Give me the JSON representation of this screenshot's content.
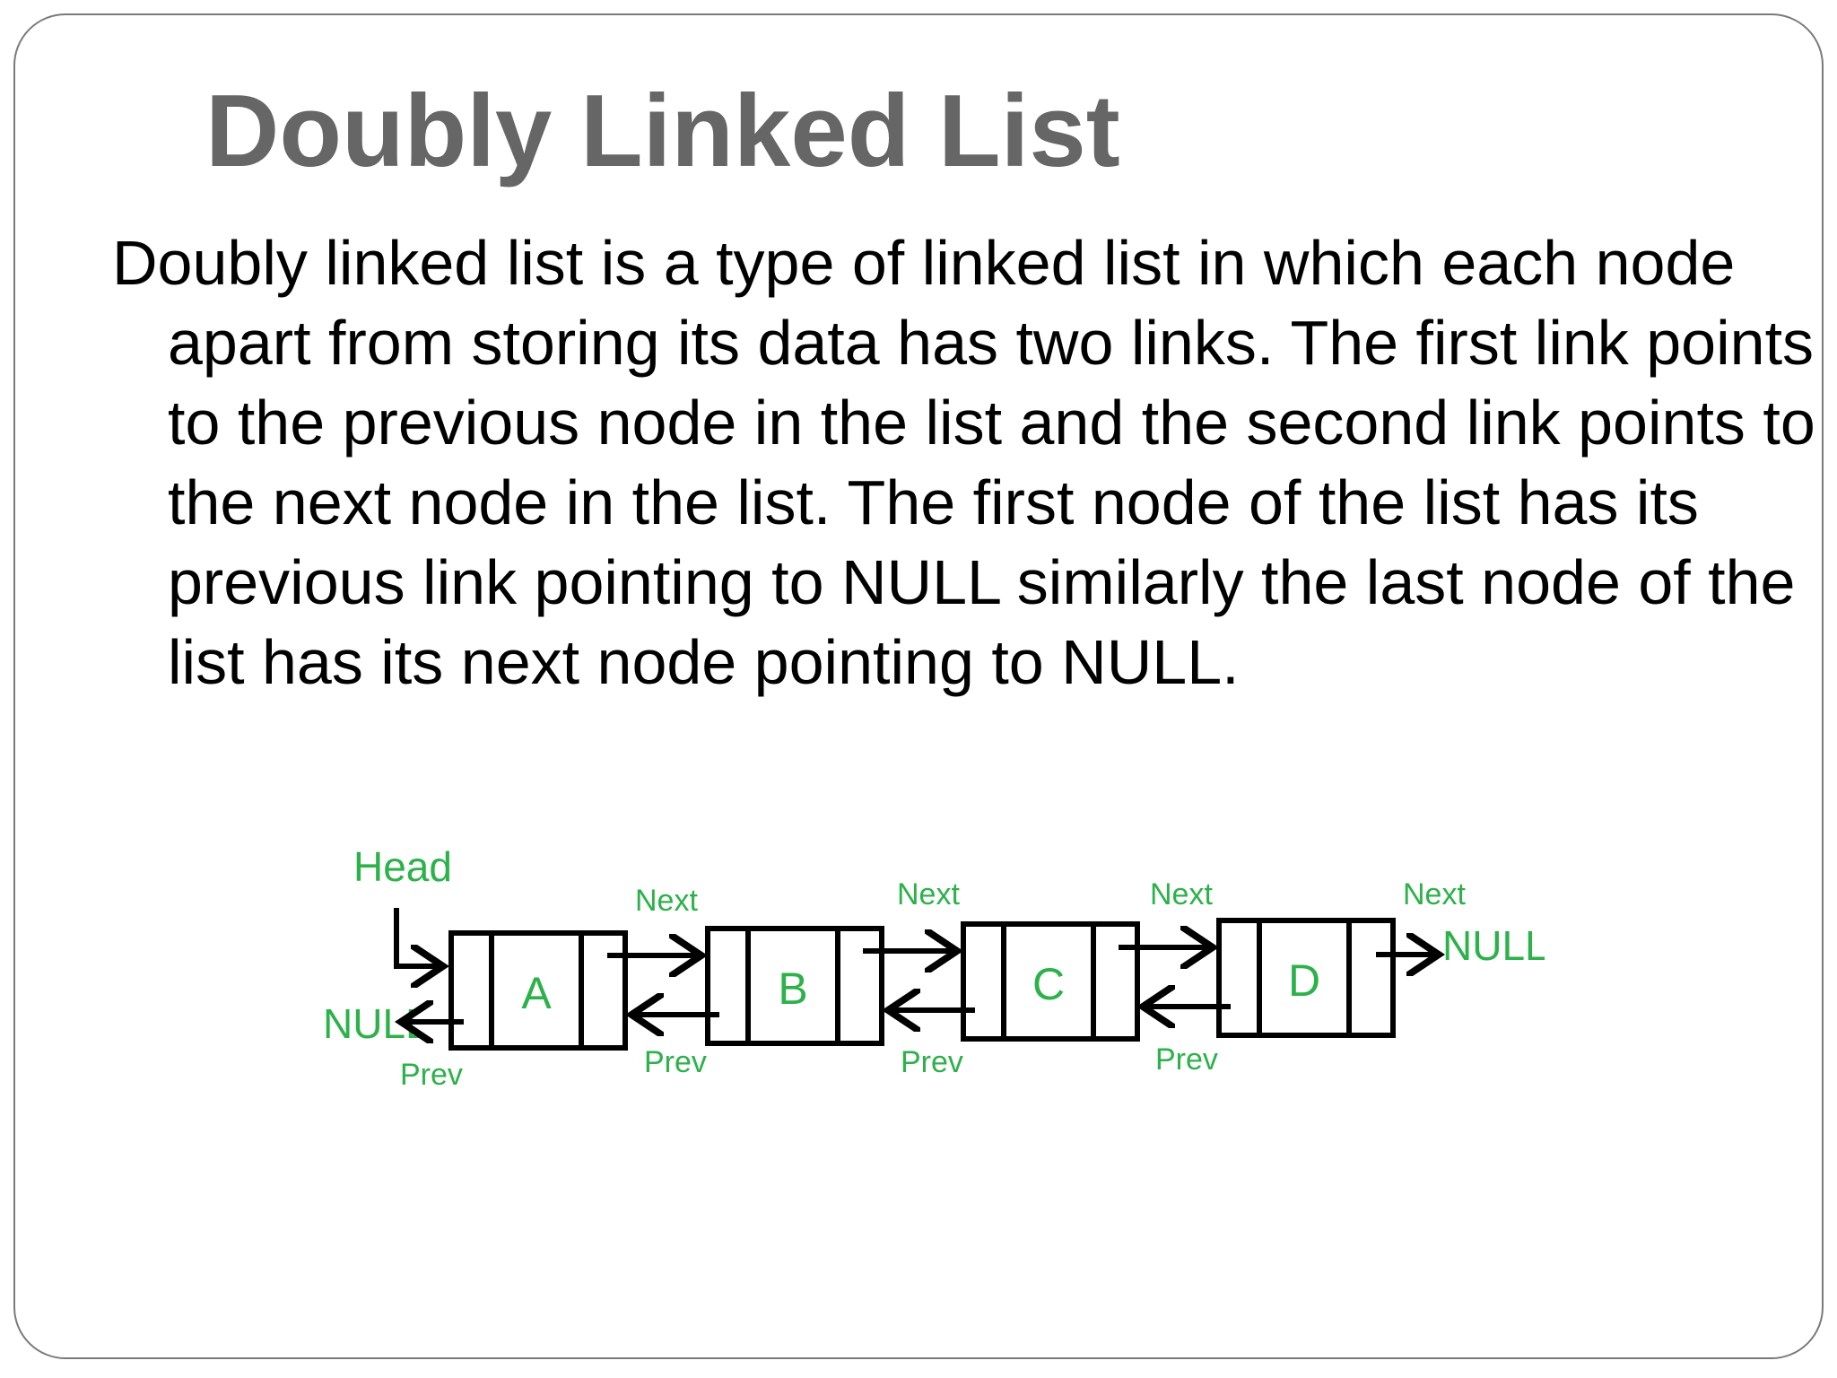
{
  "slide": {
    "title": "Doubly Linked List",
    "body": "Doubly linked list is a type of linked list in which each node apart from storing its data has two links. The first link points to the previous node in the list and the second link points to the next node in the list. The first node of the list has its previous link pointing to NULL similarly the last node of the list has its next node pointing to NULL."
  },
  "diagram": {
    "head_label": "Head",
    "null_left": "NULL",
    "null_right": "NULL",
    "nodes": [
      {
        "data": "A",
        "next_label": "Next",
        "prev_label": "Prev"
      },
      {
        "data": "B",
        "next_label": "Next",
        "prev_label": "Prev"
      },
      {
        "data": "C",
        "next_label": "Next",
        "prev_label": "Prev"
      },
      {
        "data": "D",
        "next_label": "Next"
      }
    ],
    "label_color": "#2db14a",
    "line_color": "#000000"
  }
}
